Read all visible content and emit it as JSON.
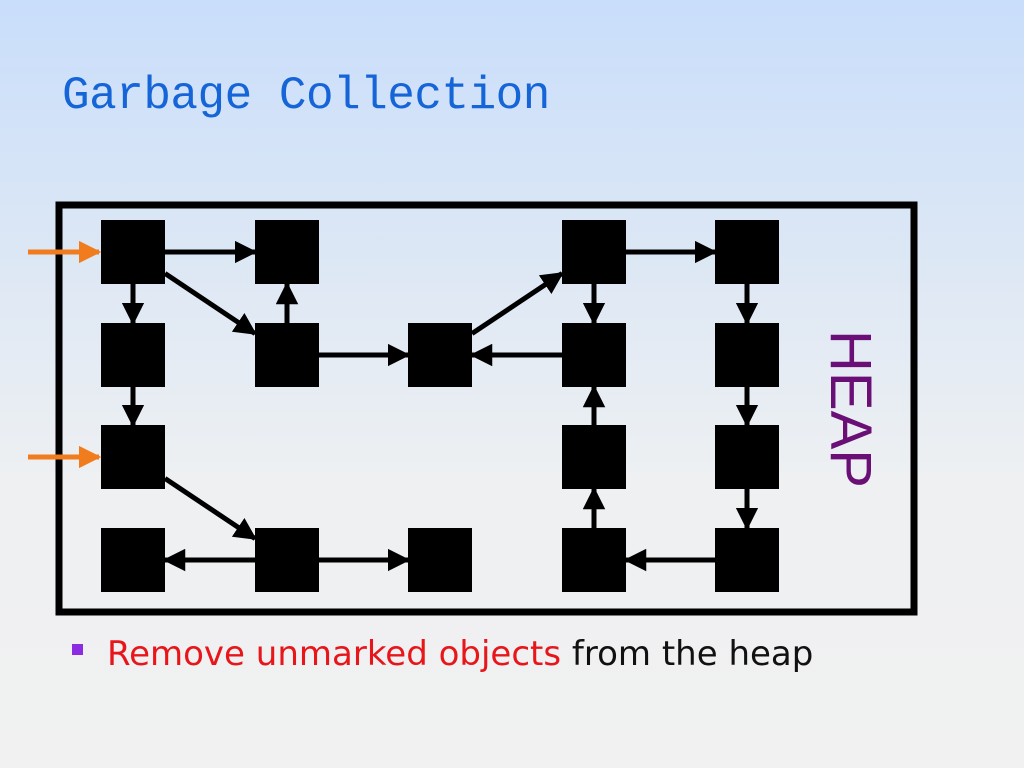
{
  "slide": {
    "title": "Garbage Collection",
    "heap_label": "HEAP",
    "bullet": {
      "highlight": "Remove unmarked objects",
      "rest": " from the heap",
      "highlight_color": "#e8161b",
      "marker_color": "#8b2be2"
    }
  },
  "diagram": {
    "root_pointer_color": "#f07c1e",
    "object_color": "#000000",
    "roots": [
      "r1c1",
      "r3c1"
    ],
    "objects": [
      "r1c1",
      "r1c2",
      "r1c4",
      "r1c5",
      "r2c1",
      "r2c2",
      "r2c3",
      "r2c4",
      "r2c5",
      "r3c1",
      "r3c4",
      "r3c5",
      "r4c1",
      "r4c2",
      "r4c3",
      "r4c4",
      "r4c5"
    ],
    "references": [
      [
        "r1c1",
        "r1c2"
      ],
      [
        "r1c1",
        "r2c1"
      ],
      [
        "r1c1",
        "r2c2"
      ],
      [
        "r2c2",
        "r1c2"
      ],
      [
        "r2c1",
        "r3c1"
      ],
      [
        "r2c2",
        "r2c3"
      ],
      [
        "r2c3",
        "r1c4"
      ],
      [
        "r2c4",
        "r2c3"
      ],
      [
        "r1c4",
        "r1c5"
      ],
      [
        "r1c4",
        "r2c4"
      ],
      [
        "r1c5",
        "r2c5"
      ],
      [
        "r2c5",
        "r3c5"
      ],
      [
        "r3c5",
        "r4c5"
      ],
      [
        "r4c5",
        "r4c4"
      ],
      [
        "r4c4",
        "r3c4"
      ],
      [
        "r3c4",
        "r2c4"
      ],
      [
        "r3c1",
        "r4c2"
      ],
      [
        "r4c2",
        "r4c1"
      ],
      [
        "r4c2",
        "r4c3"
      ]
    ]
  }
}
